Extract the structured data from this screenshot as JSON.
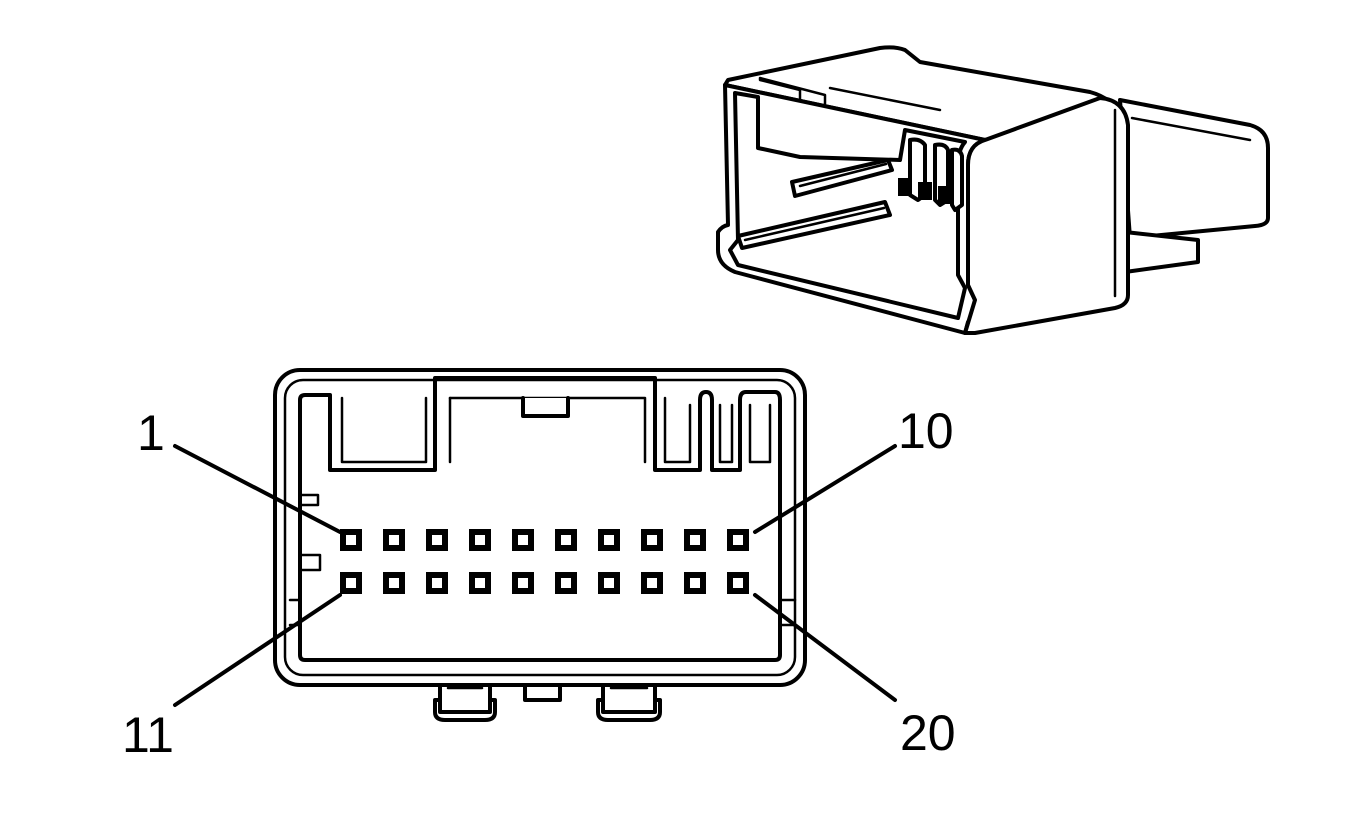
{
  "diagram": {
    "pin_labels": {
      "top_left": "1",
      "top_right": "10",
      "bottom_left": "11",
      "bottom_right": "20"
    },
    "pin_rows": 2,
    "pins_per_row": 10,
    "colors": {
      "stroke": "#000000",
      "background": "#ffffff"
    }
  }
}
